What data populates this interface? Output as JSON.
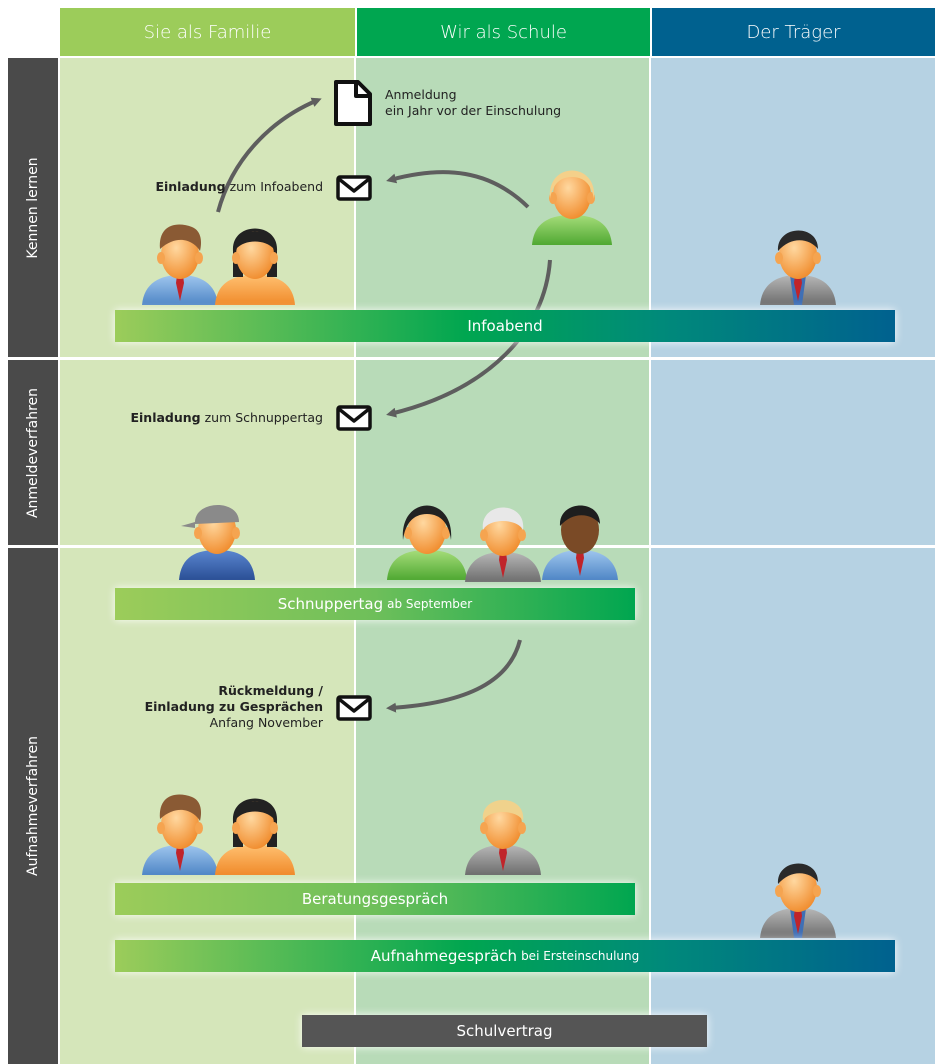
{
  "colors": {
    "family_bg": "#d5e6ba",
    "school_bg": "#b8dbb8",
    "carrier_bg": "#b6d2e3",
    "family_head": "#9ccc5a",
    "school_head": "#00a650",
    "carrier_head": "#00618f",
    "row_label_bg": "#4a4a4a",
    "arrow": "#5e5e5e",
    "contract_bar": "#555555"
  },
  "columns": [
    {
      "label": "Sie als Familie"
    },
    {
      "label": "Wir als Schule"
    },
    {
      "label": "Der Träger"
    }
  ],
  "rows": [
    {
      "label": "Kennen lernen"
    },
    {
      "label": "Anmeldeverfahren"
    },
    {
      "label": "Aufnahmeverfahren"
    }
  ],
  "notes": {
    "anmeldung_title": "Anmeldung",
    "anmeldung_sub": "ein Jahr vor der Einschulung",
    "einladung1_bold": "Einladung",
    "einladung1_rest": " zum Infoabend",
    "einladung2_bold": "Einladung",
    "einladung2_rest": " zum Schnuppertag",
    "rueck_line1": "Rückmeldung /",
    "rueck_line2": "Einladung zu Gesprächen",
    "rueck_line3": "Anfang November"
  },
  "bars": {
    "infoabend": "Infoabend",
    "schnupper_main": "Schnuppertag",
    "schnupper_sub": "ab September",
    "beratung": "Beratungsgespräch",
    "aufnahme_main": "Aufnahmegespräch",
    "aufnahme_sub": "bei Ersteinschulung",
    "schulvertrag": "Schulvertrag"
  },
  "icons": [
    "document-icon",
    "envelope-icon",
    "person-icon"
  ]
}
